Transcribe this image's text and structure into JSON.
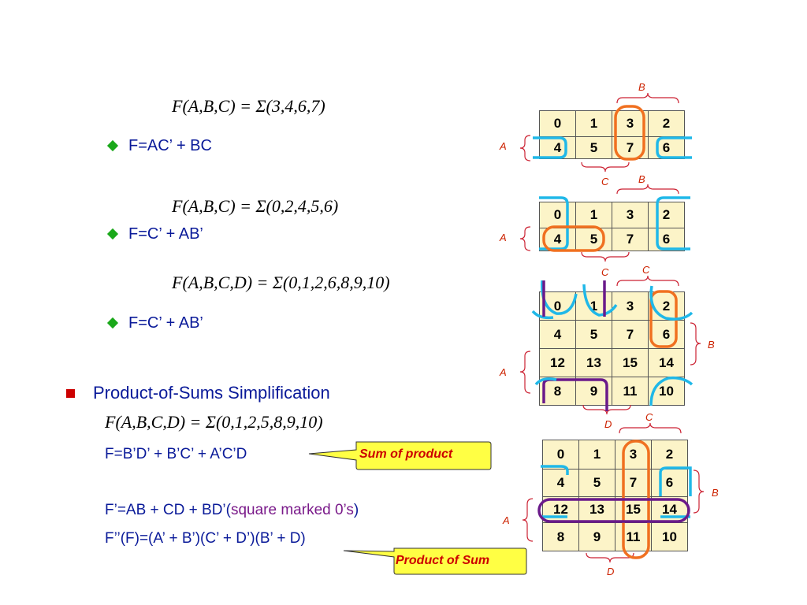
{
  "examples": [
    {
      "formula": "F(A,B,C) = Σ(3,4,6,7)",
      "result": "F=AC’ + BC"
    },
    {
      "formula": "F(A,B,C) = Σ(0,2,4,5,6)",
      "result": "F=C’ + AB’"
    },
    {
      "formula": "F(A,B,C,D) = Σ(0,1,2,6,8,9,10)",
      "result": "F=C’ + AB’"
    }
  ],
  "pos": {
    "heading": "Product-of-Sums Simplification",
    "formula": "F(A,B,C,D) = Σ(0,1,2,5,8,9,10)",
    "line1": "F=B’D’ +  B’C’ + A’C’D",
    "line2_main": "F’=AB + CD + BD’(",
    "line2_note": "square marked 0’s",
    "line2_close": ")",
    "line3": "F’’(F)=(A’ + B’)(C’ + D’)(B’ + D)"
  },
  "callouts": {
    "sop": "Sum of product",
    "pos": "Product of Sum"
  },
  "kmaps": [
    {
      "rows": [
        [
          "0",
          "1",
          "3",
          "2"
        ],
        [
          "4",
          "5",
          "7",
          "6"
        ]
      ],
      "labels": {
        "top": "B",
        "left": "A",
        "bottom": "C"
      }
    },
    {
      "rows": [
        [
          "0",
          "1",
          "3",
          "2"
        ],
        [
          "4",
          "5",
          "7",
          "6"
        ]
      ],
      "labels": {
        "top": "B",
        "left": "A",
        "bottom": "C"
      }
    },
    {
      "rows": [
        [
          "0",
          "1",
          "3",
          "2"
        ],
        [
          "4",
          "5",
          "7",
          "6"
        ],
        [
          "12",
          "13",
          "15",
          "14"
        ],
        [
          "8",
          "9",
          "11",
          "10"
        ]
      ],
      "labels": {
        "top": "C",
        "left": "A",
        "right": "B",
        "bottom": "D"
      }
    },
    {
      "rows": [
        [
          "0",
          "1",
          "3",
          "2"
        ],
        [
          "4",
          "5",
          "7",
          "6"
        ],
        [
          "12",
          "13",
          "15",
          "14"
        ],
        [
          "8",
          "9",
          "11",
          "10"
        ]
      ],
      "labels": {
        "top": "C",
        "left": "A",
        "right": "B",
        "bottom": "D"
      }
    }
  ],
  "colors": {
    "text": "#0a1a99",
    "cell_bg": "#fcf4c8",
    "orange": "#f07020",
    "cyan": "#20b8e8",
    "purple": "#6a1a8a",
    "label": "#cc2200",
    "callout_bg": "#ffff44"
  }
}
